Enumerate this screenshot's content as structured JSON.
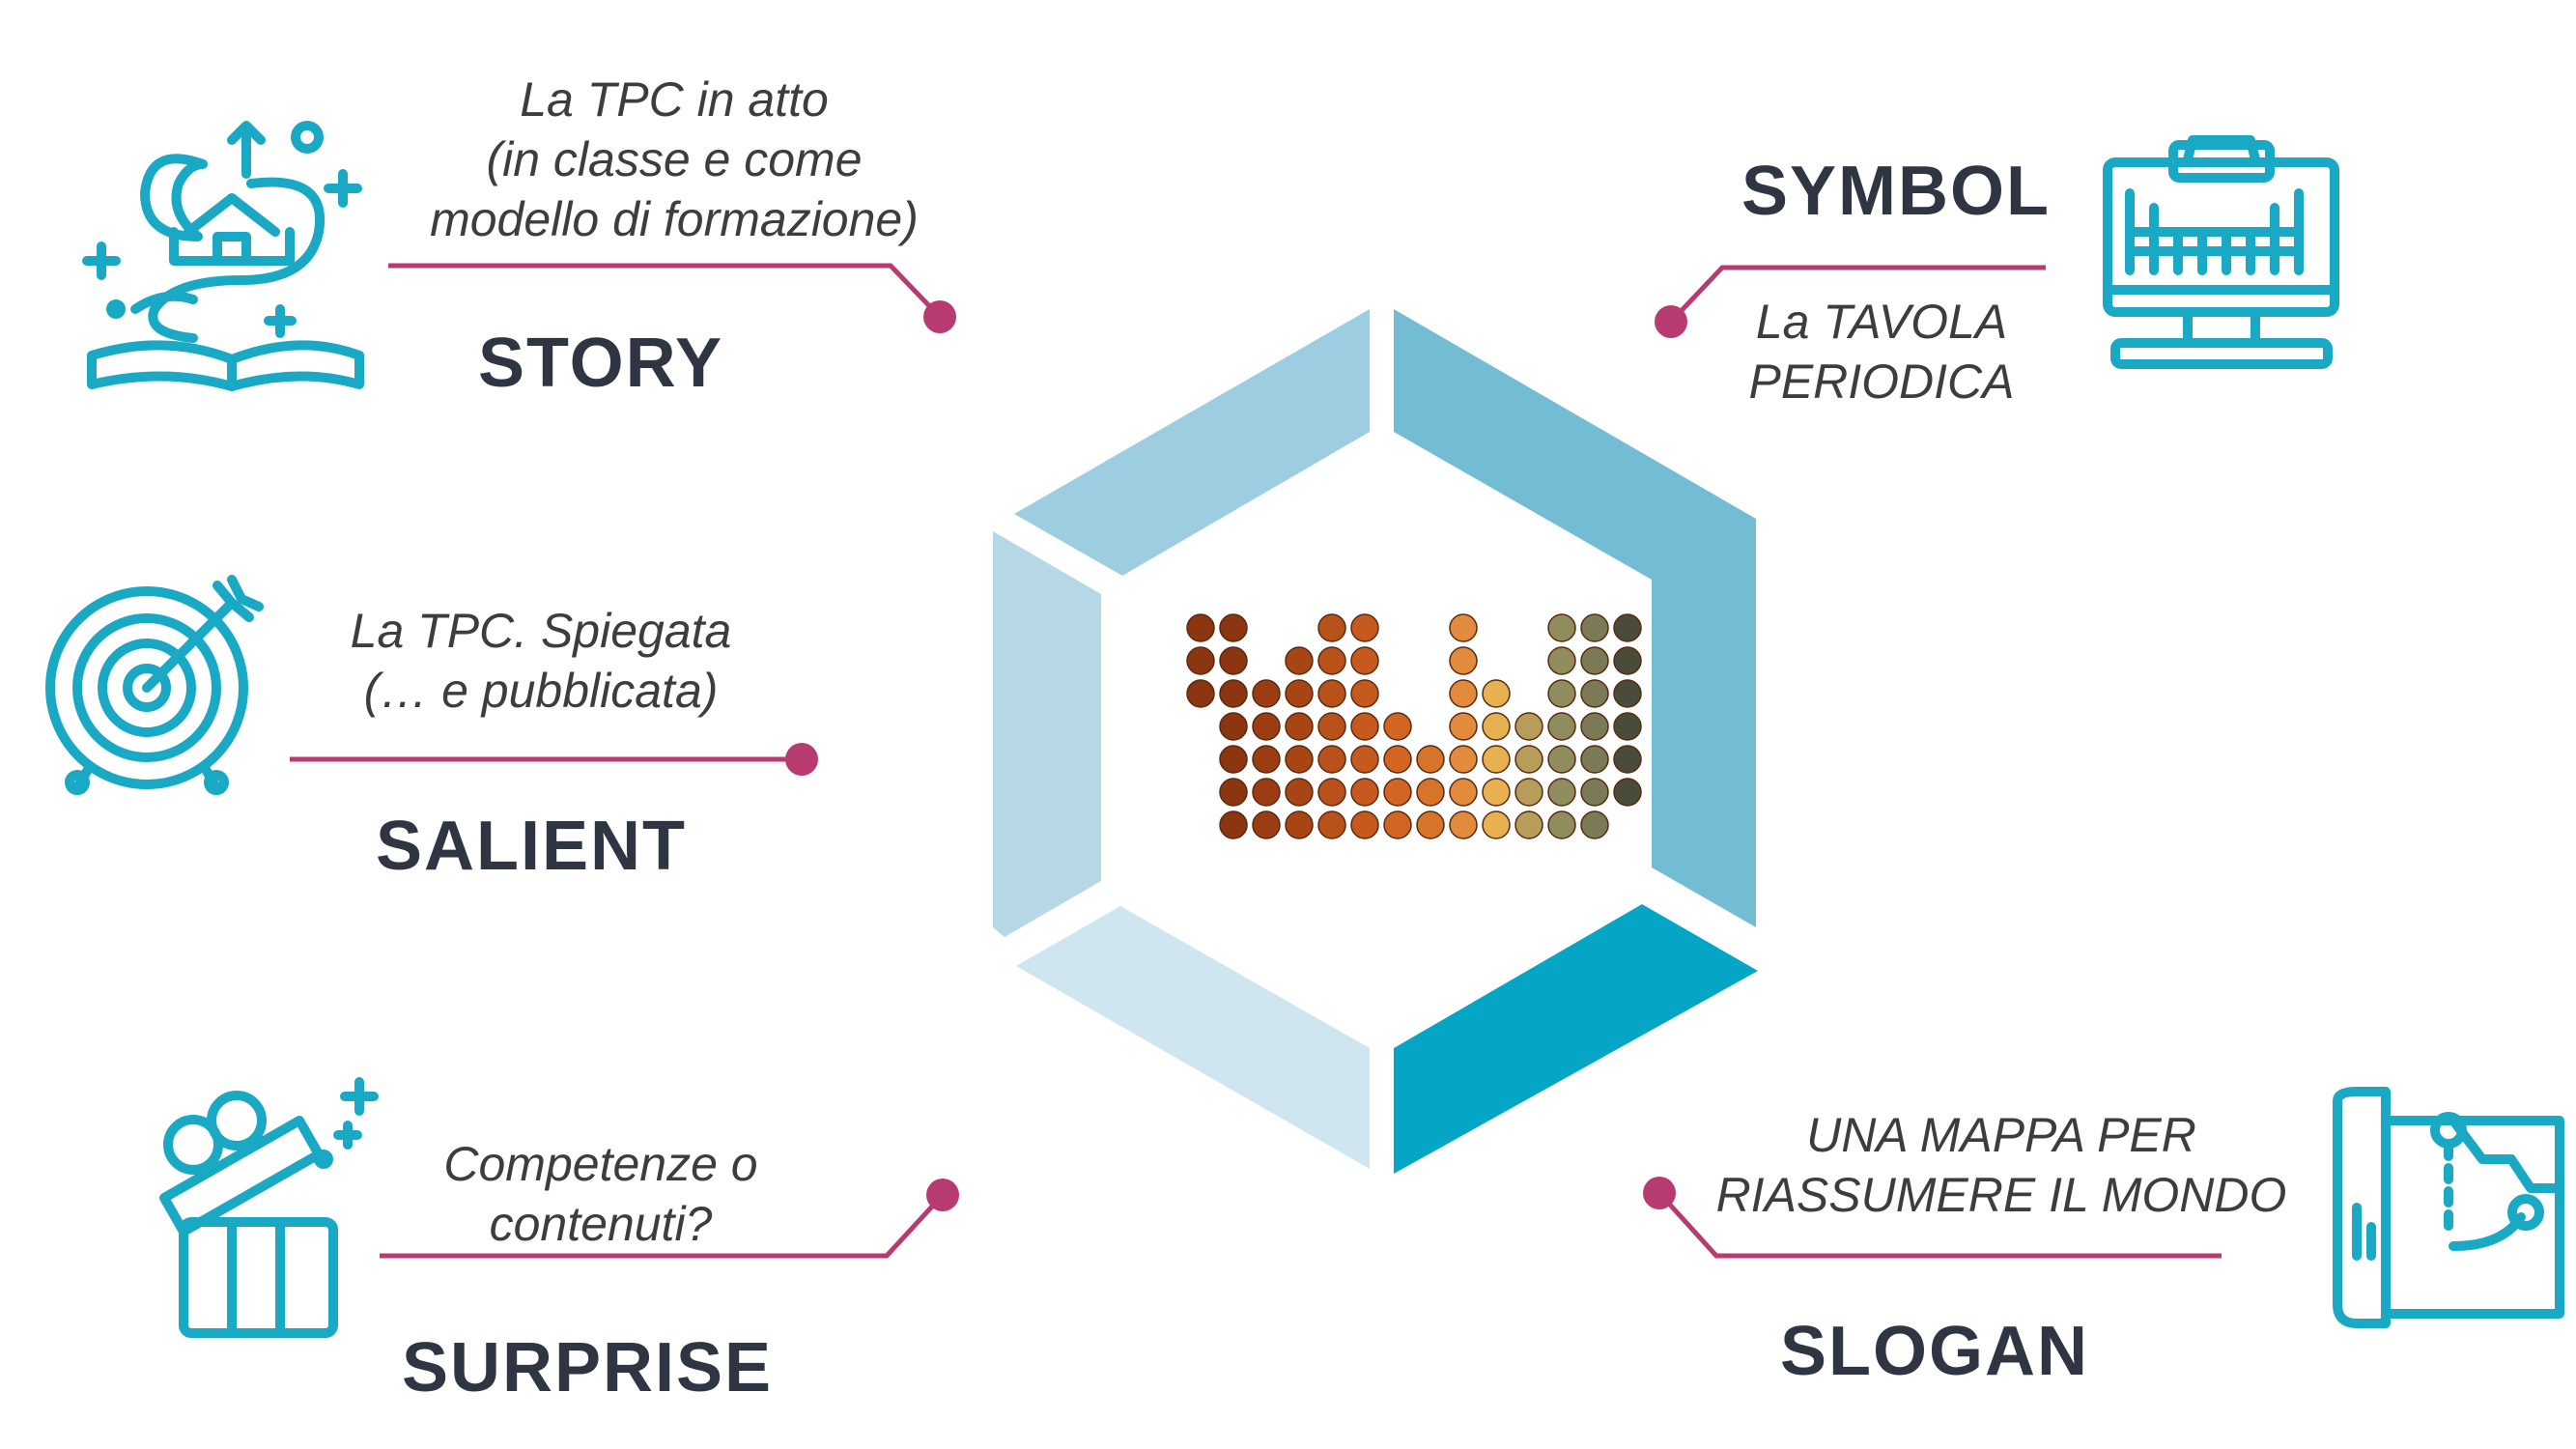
{
  "colors": {
    "icon": "#1aa9c4",
    "connector": "#b73a70",
    "heading": "#2f3542",
    "description": "#3d3d3d",
    "hex_segments": [
      "#72bdd4",
      "#9ccde1",
      "#b6d8e6",
      "#cfe5ef",
      "#05a5c5",
      "#72bdd4"
    ]
  },
  "items": {
    "story": {
      "label": "STORY",
      "description": [
        "La TPC in atto",
        "(in classe e come",
        "modello di formazione)"
      ],
      "icon": "storybook-icon"
    },
    "salient": {
      "label": "SALIENT",
      "description": [
        "La TPC. Spiegata",
        "(… e pubblicata)"
      ],
      "icon": "target-icon"
    },
    "surprise": {
      "label": "SURPRISE",
      "description": [
        "Competenze o",
        "contenuti?"
      ],
      "icon": "gift-icon"
    },
    "symbol": {
      "label": "SYMBOL",
      "description": [
        "La TAVOLA",
        "PERIODICA"
      ],
      "icon": "periodic-table-monitor-icon"
    },
    "slogan": {
      "label": "SLOGAN",
      "description": [
        "UNA MAPPA PER",
        "RIASSUMERE IL MONDO"
      ],
      "icon": "map-icon"
    }
  },
  "center_logo": {
    "icon": "periodic-table-dots-icon",
    "columns": [
      {
        "rows": [
          1,
          2,
          3
        ],
        "color": "#8b3511"
      },
      {
        "rows": [
          1,
          2,
          3,
          4,
          5,
          6,
          7
        ],
        "color": "#8b3511"
      },
      {
        "rows": [
          3,
          4,
          5,
          6,
          7
        ],
        "color": "#9c3c12"
      },
      {
        "rows": [
          2,
          3,
          4,
          5,
          6,
          7
        ],
        "color": "#a84515"
      },
      {
        "rows": [
          1,
          2,
          3,
          4,
          5,
          6,
          7
        ],
        "color": "#b9511a"
      },
      {
        "rows": [
          1,
          2,
          3,
          4,
          5,
          6,
          7
        ],
        "color": "#c65a1e"
      },
      {
        "rows": [
          4,
          5,
          6,
          7
        ],
        "color": "#d26522"
      },
      {
        "rows": [
          5,
          6,
          7
        ],
        "color": "#d8732a"
      },
      {
        "rows": [
          1,
          2,
          3,
          4,
          5,
          6,
          7
        ],
        "color": "#e38b3c"
      },
      {
        "rows": [
          3,
          4,
          5,
          6,
          7
        ],
        "color": "#e7b050"
      },
      {
        "rows": [
          4,
          5,
          6,
          7
        ],
        "color": "#b79d5a"
      },
      {
        "rows": [
          1,
          2,
          3,
          4,
          5,
          6,
          7
        ],
        "color": "#8f8c5e"
      },
      {
        "rows": [
          1,
          2,
          3,
          4,
          5,
          6,
          7
        ],
        "color": "#7a7a56"
      },
      {
        "rows": [
          1,
          2,
          3,
          4,
          5,
          6
        ],
        "color": "#4a4c3a"
      }
    ]
  }
}
